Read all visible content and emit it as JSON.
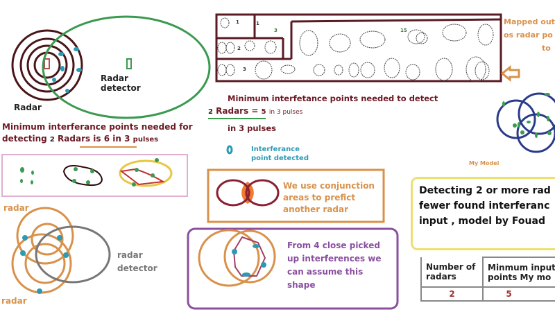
{
  "radar_section": {
    "radar_label": "Radar",
    "detector_label": "Radar detector",
    "min_points_line1": "Minimum interferance points needed for",
    "min_points_line2_prefix": "detecting",
    "min_points_count_radars": "2",
    "min_points_radars_word": "Radars is",
    "min_points_value": "6 in 3",
    "min_points_suffix": "pulses"
  },
  "grid_numbers": [
    "1",
    "1",
    "3",
    "15",
    "2",
    "3"
  ],
  "middle": {
    "title": "Minimum interfetance points needed to detect",
    "radars_count": "2",
    "radars_eq": "Radars =",
    "radars_value": "5",
    "small_suffix": "in 3 pulses",
    "pulses_line": "in 3 pulses",
    "legend_label_line1": "Interferance",
    "legend_label_line2": "point detected"
  },
  "conjunction_box": {
    "text": [
      "We use conjunction",
      "areas to prefict",
      "another radar"
    ]
  },
  "shape_box": {
    "text": [
      "From 4 close picked",
      "up interferences we",
      "can assume this",
      "shape"
    ]
  },
  "bottom_left": {
    "radar_top": "radar",
    "radar_bottom": "radar",
    "detector": [
      "radar",
      "detector"
    ]
  },
  "right": {
    "mapped_text": [
      "Mapped out",
      "os radar  po",
      "to"
    ],
    "model_label": "My Model",
    "summary": [
      "Detecting 2 or more rad",
      "fewer found interferanc",
      "input , model by Fouad"
    ]
  },
  "table": {
    "headers": [
      [
        "Number of",
        "radars"
      ],
      [
        "Minmum input",
        "points  My mo"
      ]
    ],
    "rows": [
      [
        "2",
        "5"
      ]
    ]
  },
  "colors": {
    "maroon": "#6b1a24",
    "green": "#3a9a50",
    "orange": "#d9914a",
    "purple": "#8a4fa0",
    "blue": "#2a4a9a",
    "teal": "#2a9ab5"
  }
}
